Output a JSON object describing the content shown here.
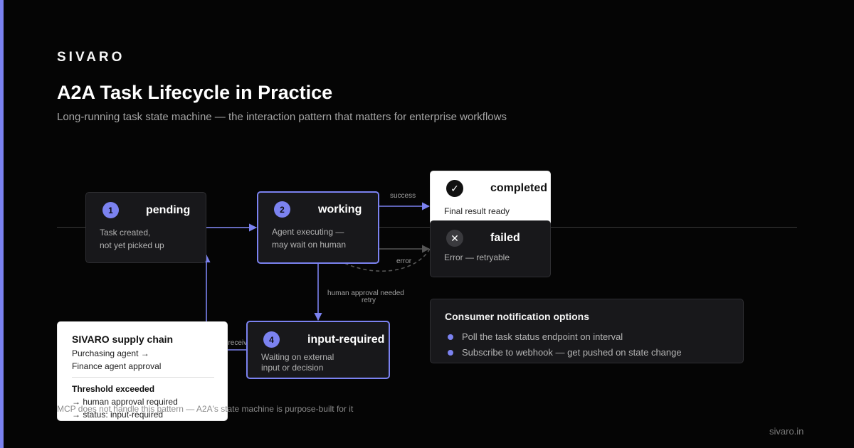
{
  "brand": "SIVARO",
  "title": "A2A Task Lifecycle in Practice",
  "subtitle": "Long-running task state machine — the interaction pattern that matters for enterprise workflows",
  "colors": {
    "accent": "#7b82f0",
    "background": "#050505",
    "card": "#18181b",
    "card_light": "#ffffff"
  },
  "states": {
    "pending": {
      "number": "1",
      "name": "pending",
      "desc": [
        "Task created,",
        "not yet picked up"
      ]
    },
    "working": {
      "number": "2",
      "name": "working",
      "desc": [
        "Agent executing —",
        "may wait on human"
      ]
    },
    "input_required": {
      "number": "4",
      "name": "input-required",
      "desc": [
        "Waiting on external",
        "input or decision"
      ]
    },
    "completed": {
      "icon": "check-icon",
      "glyph": "✓",
      "name": "completed",
      "desc": "Final result ready"
    },
    "failed": {
      "icon": "close-icon",
      "glyph": "✕",
      "name": "failed",
      "desc": "Error — retryable"
    }
  },
  "edges": {
    "success": "success",
    "error": "error",
    "retry": "retry",
    "human_approval": "human approval needed",
    "input_received": "input received"
  },
  "notifications": {
    "title": "Consumer notification options",
    "items": [
      "Poll the task status endpoint on interval",
      "Subscribe to webhook — get pushed on state change"
    ]
  },
  "supply_chain": {
    "title": "SIVARO supply chain",
    "lines": [
      "Purchasing agent →",
      "Finance agent approval"
    ],
    "threshold": "Threshold exceeded",
    "result_lines": [
      "→ human approval required",
      "→ status: input-required"
    ]
  },
  "footnote": "MCP does not handle this pattern — A2A's state machine is purpose-built for it",
  "site": "sivaro.in"
}
